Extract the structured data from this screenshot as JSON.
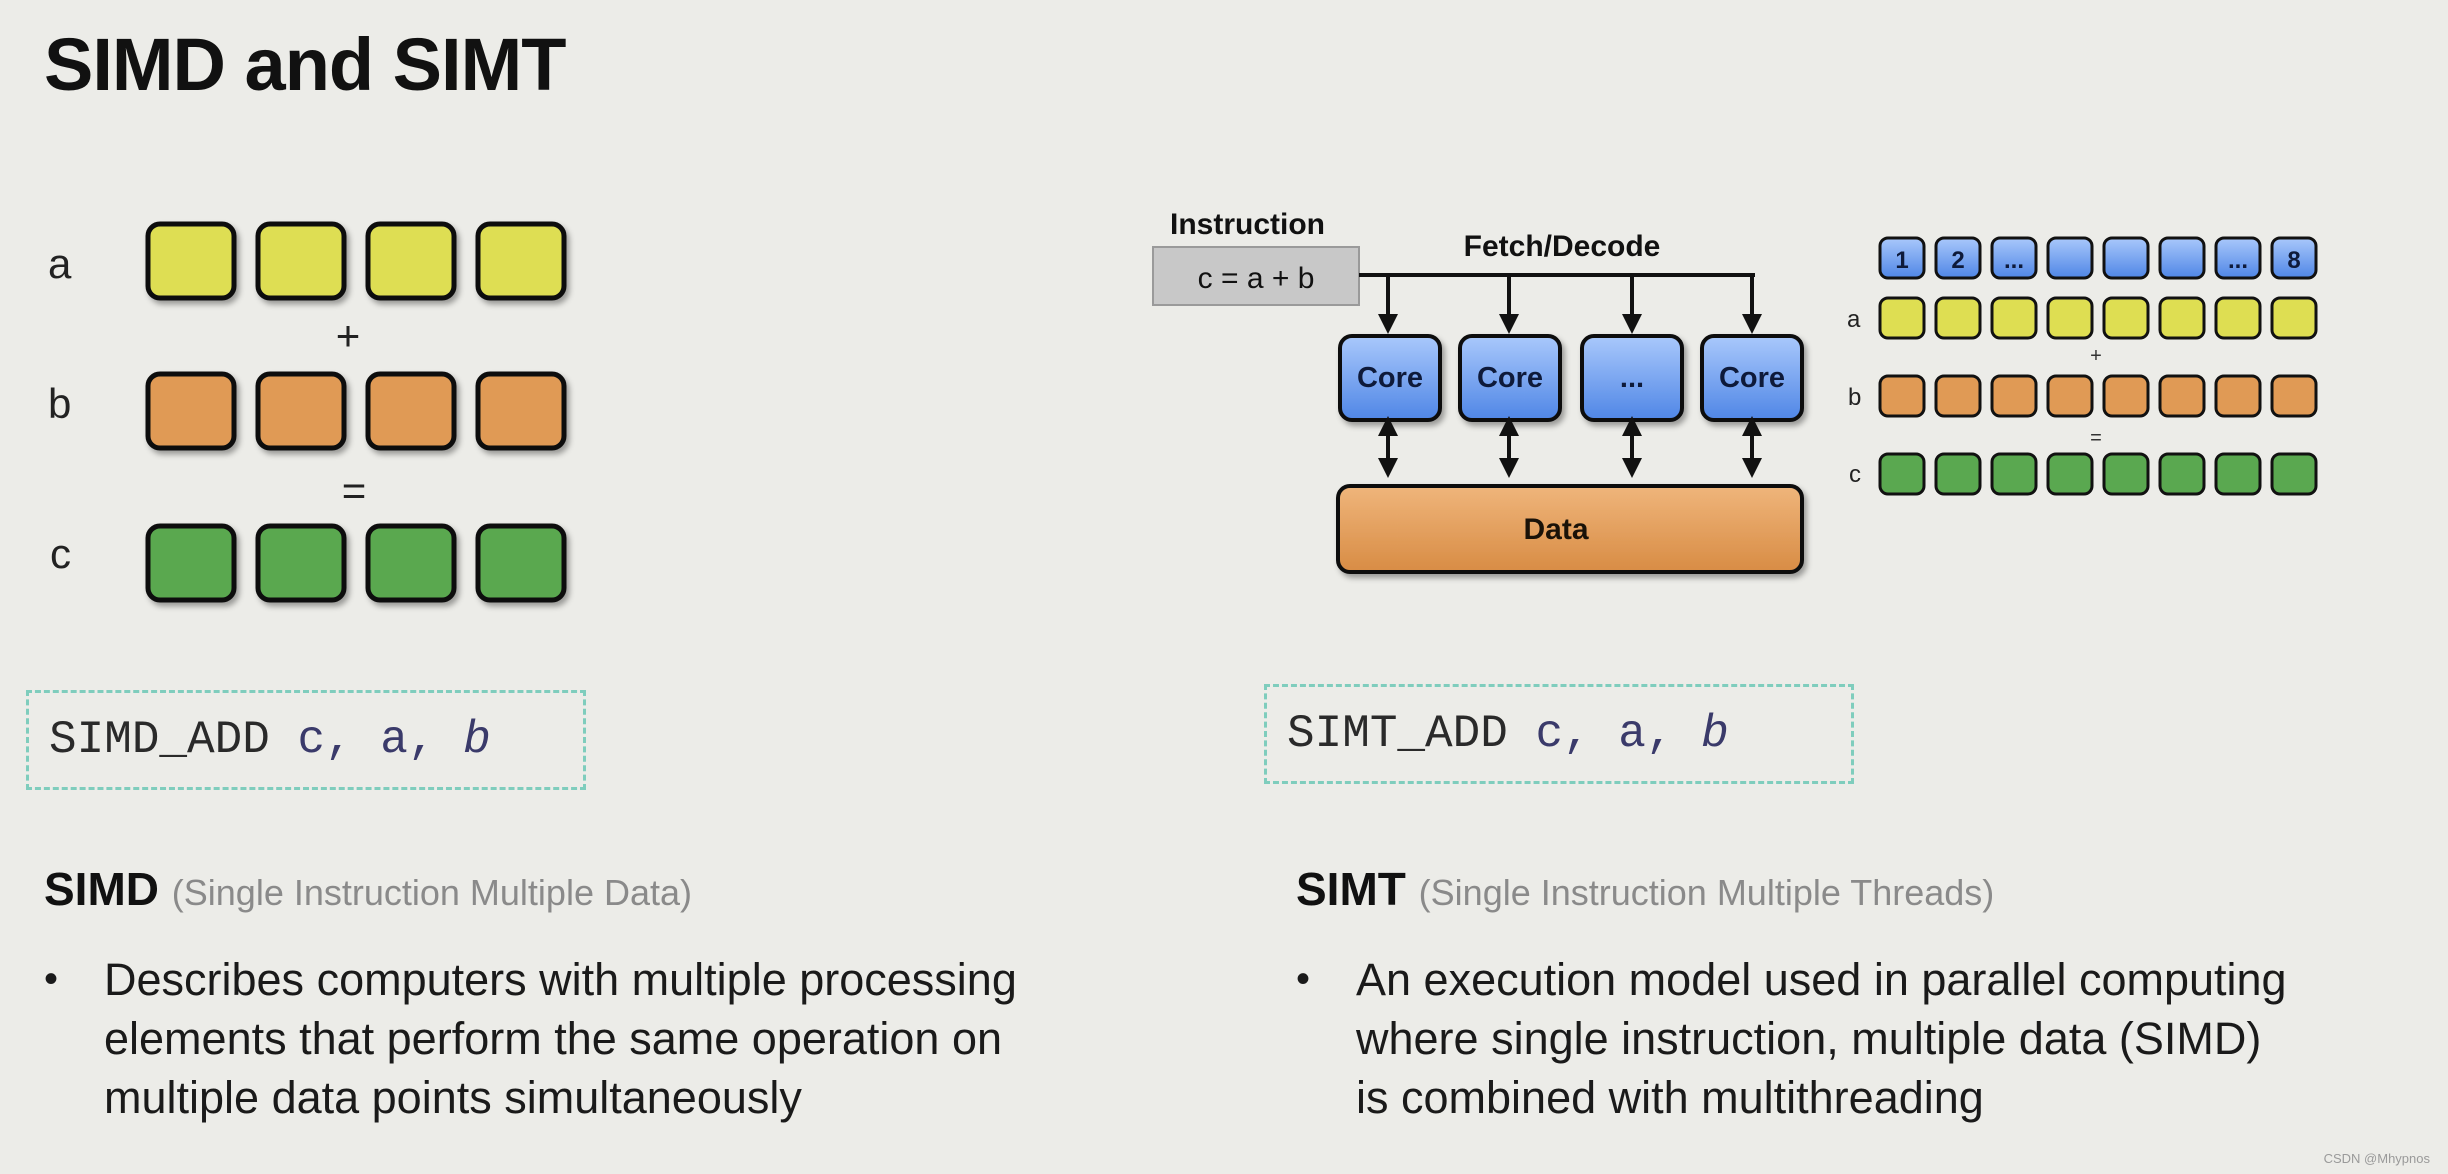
{
  "title": "SIMD and SIMT",
  "simd_diagram": {
    "row_labels": [
      "a",
      "b",
      "c"
    ],
    "plus": "+",
    "equals": "="
  },
  "simt_diagram": {
    "instruction_label": "Instruction",
    "instruction_code": "c = a + b",
    "fetch_decode": "Fetch/Decode",
    "cores": [
      "Core",
      "Core",
      "...",
      "Core"
    ],
    "data_label": "Data",
    "thread_ids": [
      "1",
      "2",
      "...",
      "",
      "",
      "",
      "...",
      "8"
    ],
    "row_labels": [
      "a",
      "b",
      "c"
    ],
    "plus": "+",
    "equals": "="
  },
  "simd_code": {
    "op": "SIMD_ADD",
    "args": [
      "c,",
      "a,",
      "b"
    ]
  },
  "simt_code": {
    "op": "SIMT_ADD",
    "args": [
      "c,",
      "a,",
      "b"
    ]
  },
  "simd_section": {
    "heading": "SIMD",
    "subheading": "(Single Instruction Multiple Data)",
    "bullet": [
      "Describes computers with multiple processing",
      "elements that perform the same operation on",
      "multiple data points simultaneously"
    ]
  },
  "simt_section": {
    "heading": "SIMT",
    "subheading": "(Single Instruction Multiple Threads)",
    "bullet": [
      "An execution model used in parallel computing",
      "where single instruction, multiple data (SIMD)",
      "is combined with multithreading"
    ]
  },
  "watermark": "CSDN @Mhypnos",
  "colors": {
    "yellow": "#dede52",
    "orange": "#e09a55",
    "green": "#5aa850",
    "blue": "#6a9ef0",
    "dashed_border": "#7fcdbd"
  }
}
